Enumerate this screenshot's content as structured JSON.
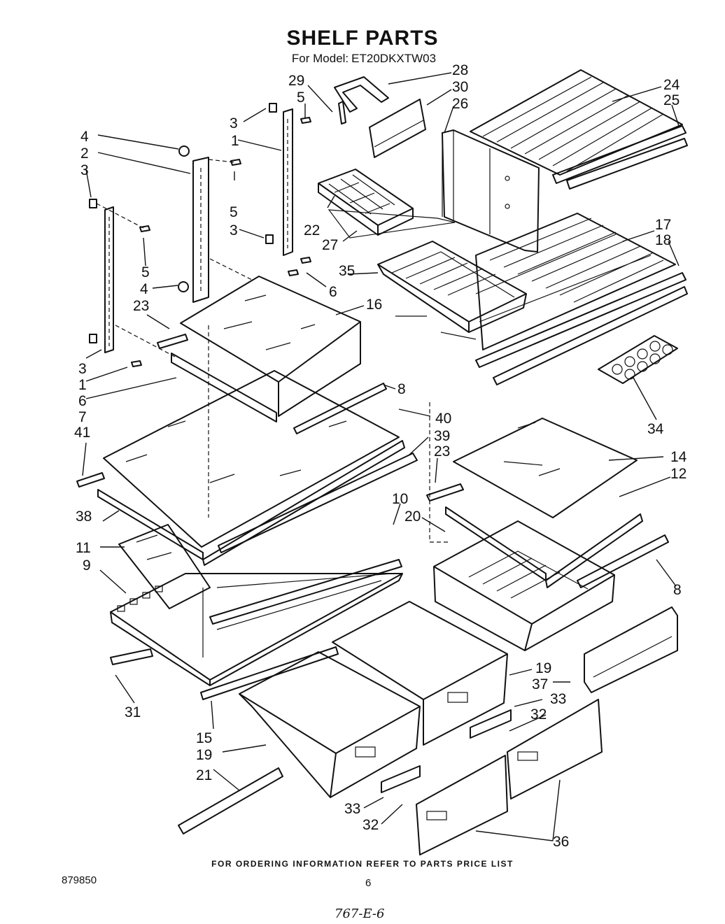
{
  "header": {
    "title": "SHELF PARTS",
    "model_prefix": "For Model:",
    "model": "ET20DKXTW03"
  },
  "footer": {
    "ordering_note": "FOR ORDERING INFORMATION REFER TO PARTS PRICE LIST",
    "doc_number": "879850",
    "page_number": "6",
    "handwritten": "767-E-6"
  },
  "callouts": {
    "c29": "29",
    "c5a": "5",
    "c28": "28",
    "c30": "30",
    "c26": "26",
    "c24": "24",
    "c25": "25",
    "c3a": "3",
    "c1a": "1",
    "c4a": "4",
    "c2": "2",
    "c3b": "3",
    "c5b": "5",
    "c22": "22",
    "c3c": "3",
    "c27": "27",
    "c17": "17",
    "c18": "18",
    "c5c": "5",
    "c35": "35",
    "c4b": "4",
    "c6a": "6",
    "c23a": "23",
    "c16": "16",
    "c3d": "3",
    "c1b": "1",
    "c6b": "6",
    "c7": "7",
    "c8a": "8",
    "c40": "40",
    "c34": "34",
    "c41": "41",
    "c39": "39",
    "c23b": "23",
    "c14": "14",
    "c12": "12",
    "c10": "10",
    "c38": "38",
    "c20": "20",
    "c11": "11",
    "c9": "9",
    "c8b": "8",
    "c19a": "19",
    "c37": "37",
    "c31": "31",
    "c33a": "33",
    "c32a": "32",
    "c15": "15",
    "c19b": "19",
    "c21": "21",
    "c33b": "33",
    "c32b": "32",
    "c36": "36"
  }
}
